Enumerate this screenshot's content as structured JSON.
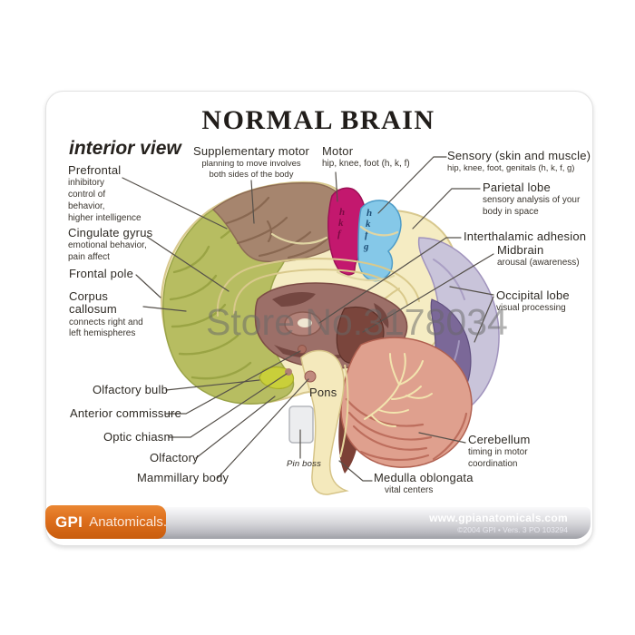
{
  "title": "NORMAL BRAIN",
  "subtitle": "interior view",
  "watermark": "Store No.3178034",
  "labels": {
    "supplementary_motor": {
      "label": "Supplementary motor",
      "desc": "planning to move involves\nboth sides of the body"
    },
    "motor": {
      "label": "Motor",
      "desc": "hip, knee, foot (h, k, f)"
    },
    "sensory": {
      "label": "Sensory (skin and muscle)",
      "desc": "hip, knee, foot, genitals (h, k, f, g)"
    },
    "prefrontal": {
      "label": "Prefrontal",
      "desc": "inhibitory\ncontrol of\nbehavior,\nhigher intelligence"
    },
    "cingulate_gyrus": {
      "label": "Cingulate gyrus",
      "desc": "emotional behavior,\npain affect"
    },
    "frontal_pole": {
      "label": "Frontal pole"
    },
    "corpus_callosum": {
      "label": "Corpus\ncallosum",
      "desc": "connects right and\nleft hemispheres"
    },
    "olfactory_bulb": {
      "label": "Olfactory bulb"
    },
    "anterior_commissure": {
      "label": "Anterior commissure"
    },
    "optic_chiasm": {
      "label": "Optic chiasm"
    },
    "olfactory": {
      "label": "Olfactory"
    },
    "mammillary_body": {
      "label": "Mammillary body"
    },
    "parietal_lobe": {
      "label": "Parietal lobe",
      "desc": "sensory analysis of your\nbody in space"
    },
    "interthalamic_adhesion": {
      "label": "Interthalamic adhesion"
    },
    "midbrain": {
      "label": "Midbrain",
      "desc": "arousal (awareness)"
    },
    "occipital_lobe": {
      "label": "Occipital lobe",
      "desc": "visual processing"
    },
    "cerebellum": {
      "label": "Cerebellum",
      "desc": "timing in motor\ncoordination"
    },
    "medulla_oblongata": {
      "label": "Medulla oblongata",
      "desc": "vital centers"
    },
    "pons": {
      "label": "Pons"
    },
    "pin_boss": {
      "label": "Pin boss"
    }
  },
  "brain": {
    "motor_letters": [
      "h",
      "k",
      "f"
    ],
    "sensory_letters": [
      "h",
      "k",
      "f",
      "g"
    ]
  },
  "footer": {
    "brand_gpi": "GPI",
    "brand_name": "Anatomicals.",
    "website": "www.gpianatomicals.com",
    "copyright": "©2004 GPI • Vers. 3 PO 103294"
  },
  "colors": {
    "frontal_olive": "#b7bd61",
    "superior_brown": "#a6856e",
    "motor_magenta": "#c3186e",
    "sensory_blue": "#85c8e8",
    "cortex_cream": "#f5ecc3",
    "occipital_lavender": "#c9c4da",
    "occipital_purple": "#7b6898",
    "thalamus_mauve": "#9c6f68",
    "cerebellum_salmon": "#dfa08e",
    "brand_orange": "#dd6e1c"
  }
}
